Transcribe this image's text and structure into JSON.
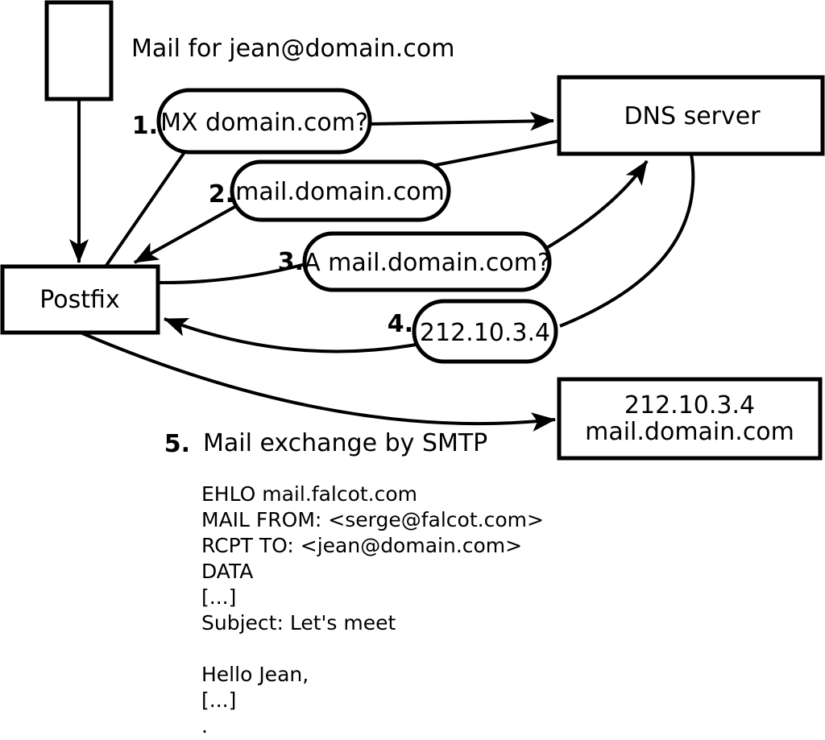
{
  "diagram": {
    "title_note": "Mail for jean@domain.com",
    "nodes": {
      "postfix": "Postfix",
      "dns_server": "DNS server",
      "mail_server_line1": "212.10.3.4",
      "mail_server_line2": "mail.domain.com"
    },
    "steps": [
      {
        "num": "1.",
        "label": "MX domain.com?"
      },
      {
        "num": "2.",
        "label": "mail.domain.com"
      },
      {
        "num": "3.",
        "label": "A mail.domain.com?"
      },
      {
        "num": "4.",
        "label": "212.10.3.4"
      },
      {
        "num": "5.",
        "label": "Mail exchange by SMTP"
      }
    ],
    "smtp_session": [
      "EHLO mail.falcot.com",
      "MAIL FROM: <serge@falcot.com>",
      "RCPT TO: <jean@domain.com>",
      "DATA",
      "[...]",
      "Subject: Let's meet",
      "",
      "Hello Jean,",
      "[...]",
      "."
    ],
    "colors": {
      "stroke": "#000000",
      "fill": "#ffffff",
      "background": "#ffffff"
    }
  }
}
